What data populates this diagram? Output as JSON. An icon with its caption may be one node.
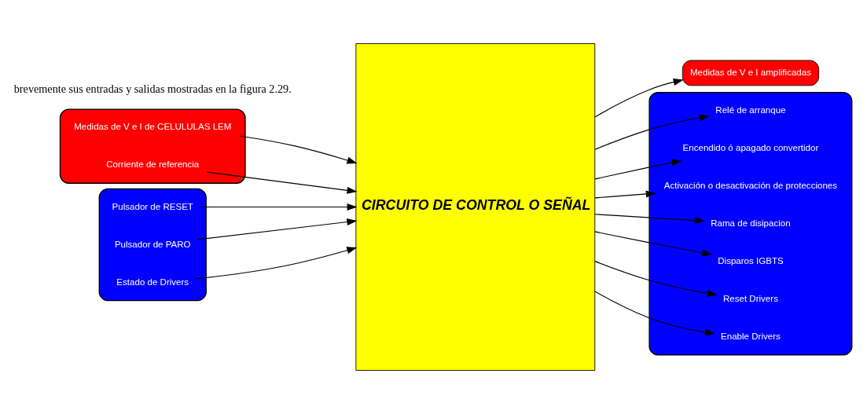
{
  "diagram": {
    "nodes": [
      {
        "text": [],
        "shape": "box"
      },
      {
        "text": [
          "Medidas de V e I de CELULULAS LEM"
        ],
        "in": 0
      },
      {
        "text": [
          "Corriente de referencia"
        ],
        "in": 0
      },
      {
        "text": [],
        "shape": "box"
      },
      {
        "text": [
          "Pulsador de RESET"
        ],
        "in": 3
      },
      {
        "text": [
          "Pulsador de PARO"
        ],
        "in": 3
      },
      {
        "text": [
          "Estado de Drivers"
        ],
        "in": 3
      },
      {
        "text": [
          "CIRCUITO DE CONTROL O SEÑAL"
        ]
      },
      {
        "text": [
          "Medidas de V e I amplificadas"
        ]
      },
      {
        "text": [],
        "shape": "box"
      },
      {
        "text": [
          "Relé de arranque"
        ],
        "in": 9
      },
      {
        "text": [
          "Encendido ó apagado convertidor"
        ],
        "in": 9
      },
      {
        "text": [
          "Activación o desactivación de protecciones"
        ],
        "in": 9
      },
      {
        "text": [
          "Rama de disipacion"
        ],
        "in": 9
      },
      {
        "text": [
          "Disparos IGBTS"
        ],
        "in": 9
      },
      {
        "text": [
          "Reset Drivers"
        ],
        "in": 9
      },
      {
        "text": [
          "Enable Drivers"
        ],
        "in": 9
      }
    ],
    "edges": [
      {
        "from": 1,
        "to": 7,
        "arrow": "to"
      },
      {
        "from": 2,
        "to": 7,
        "arrow": "to"
      },
      {
        "from": 4,
        "to": 7,
        "arrow": "to"
      },
      {
        "from": 5,
        "to": 7,
        "arrow": "to"
      },
      {
        "from": 6,
        "to": 7,
        "arrow": "to"
      },
      {
        "from": 7,
        "to": 8,
        "arrow": "to"
      },
      {
        "from": 7,
        "to": 10,
        "arrow": "to"
      },
      {
        "from": 7,
        "to": 11,
        "arrow": "to"
      },
      {
        "from": 7,
        "to": 12,
        "arrow": "to"
      },
      {
        "from": 7,
        "to": 13,
        "arrow": "to"
      },
      {
        "from": 7,
        "to": 14,
        "arrow": "to"
      },
      {
        "from": 7,
        "to": 15,
        "arrow": "to"
      },
      {
        "from": 7,
        "to": 16,
        "arrow": "to"
      }
    ],
    "labels": [
      "brevemente sus entradas y salidas mostradas en la figura 2.29."
    ]
  }
}
